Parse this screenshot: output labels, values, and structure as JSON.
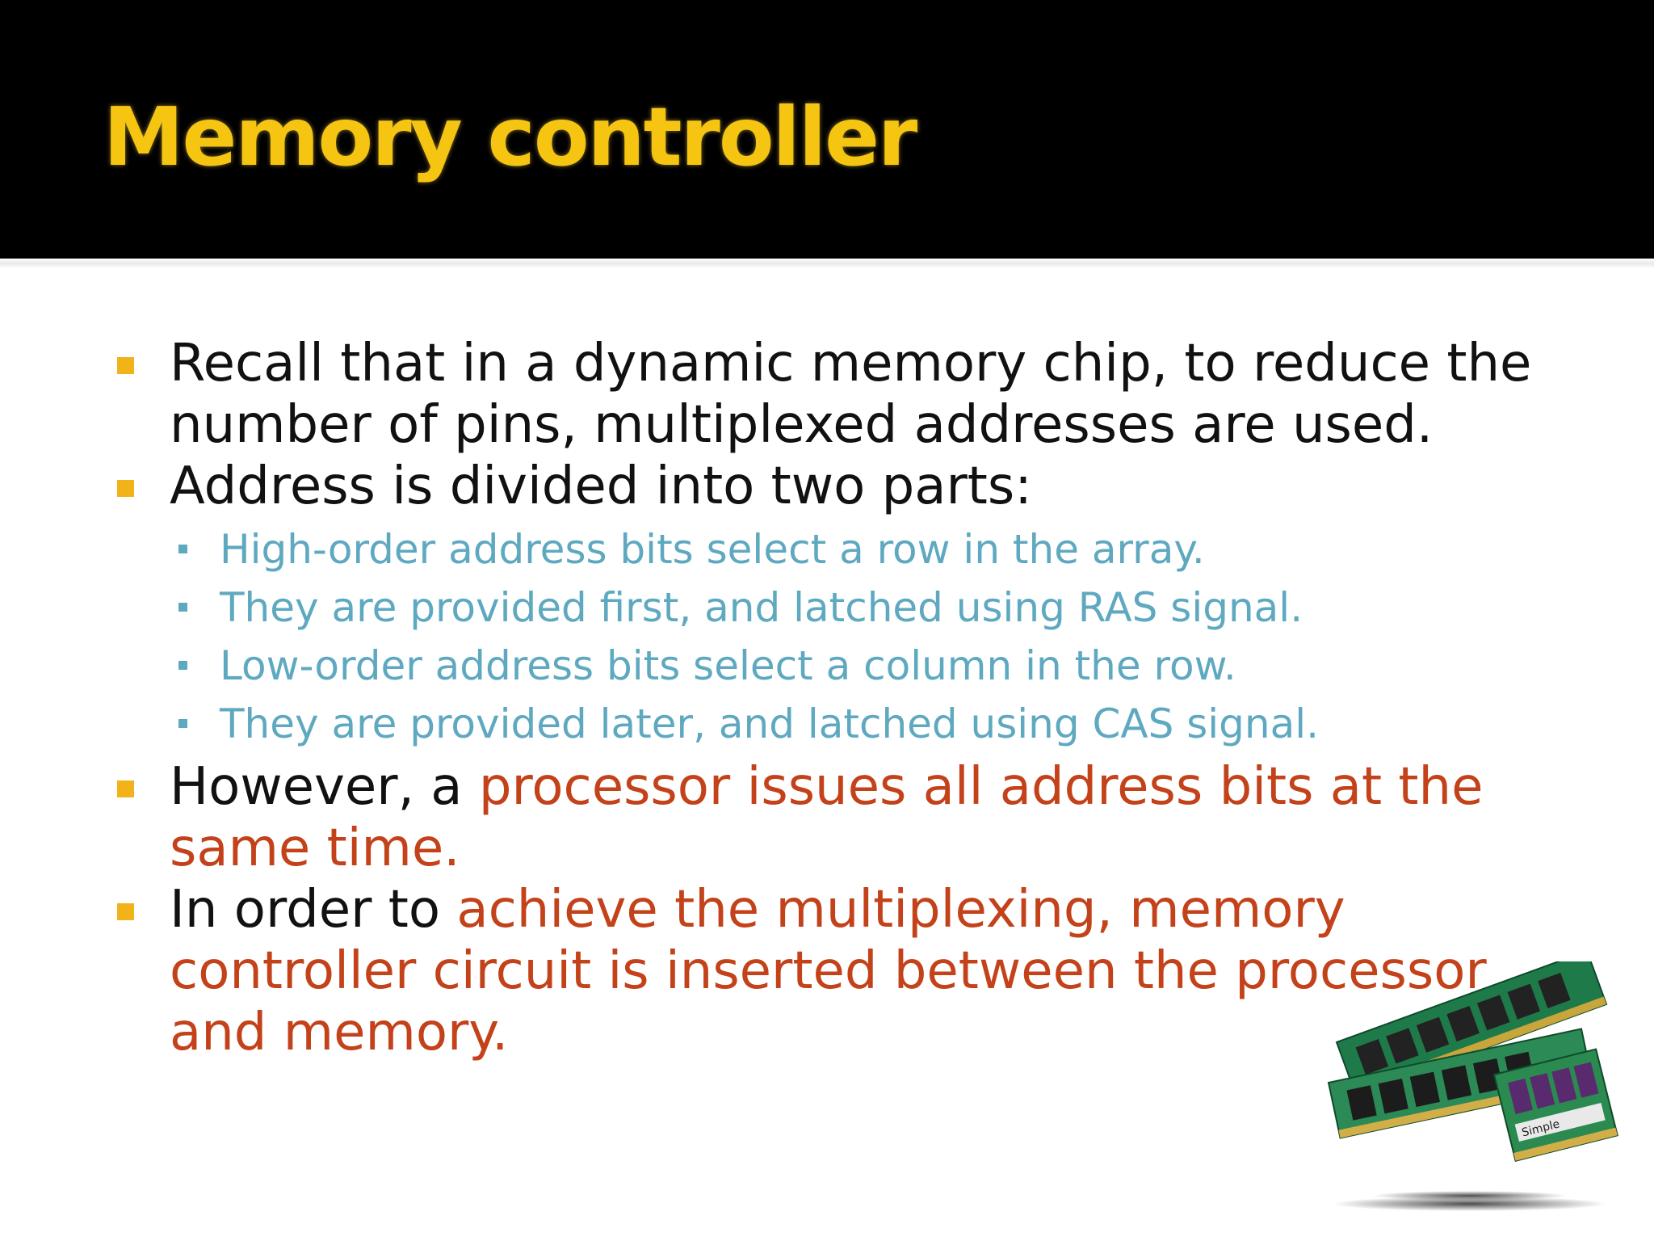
{
  "slide": {
    "title": "Memory controller",
    "bullets": [
      {
        "text": "Recall that in a dynamic memory chip, to reduce the number of pins, multiplexed addresses are used."
      },
      {
        "text": "Address is divided into two parts:"
      },
      {
        "plain": "However, a ",
        "highlight": "processor issues all address bits at the same time."
      },
      {
        "plain": "In order to ",
        "highlight": "achieve the multiplexing, memory controller circuit is inserted between the processor and memory."
      }
    ],
    "sub_bullets": [
      "High-order address bits select a row in the array.",
      "They are provided first, and latched using RAS signal.",
      "Low-order address bits select a column in the row.",
      "They are provided later, and latched using CAS signal."
    ],
    "image_brand": "Simple"
  },
  "colors": {
    "title": "#f6c512",
    "bullet": "#f2b21a",
    "sub_text": "#5fa9c0",
    "highlight": "#c3421a",
    "header_bg": "#000000"
  }
}
